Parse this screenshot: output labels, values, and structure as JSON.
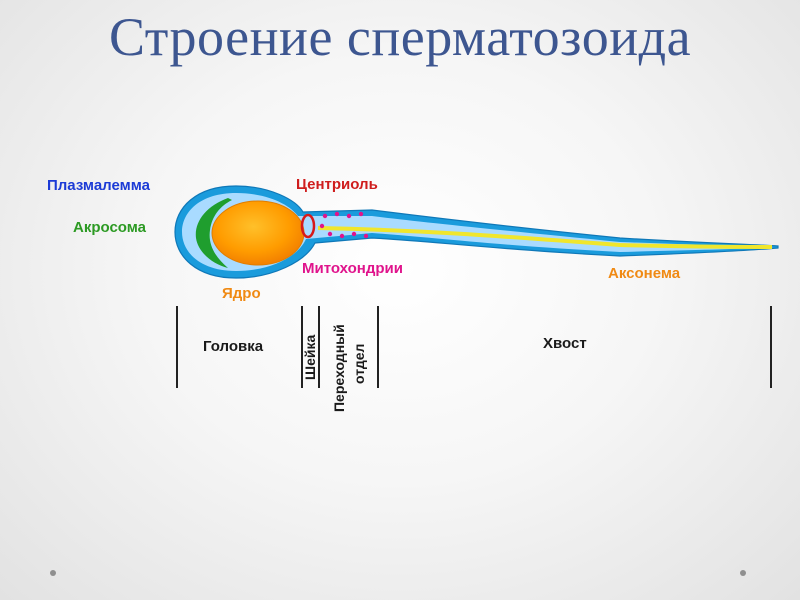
{
  "title": "Строение сперматозоида",
  "labels": {
    "plasmalemma": "Плазмалемма",
    "acrosome": "Акросома",
    "centriole": "Центриоль",
    "mitochondria": "Митохондрии",
    "nucleus": "Ядро",
    "axoneme": "Аксонема"
  },
  "sections": {
    "head": "Головка",
    "neck": "Шейка",
    "midpiece_line1": "Переходный",
    "midpiece_line2": "отдел",
    "tail": "Хвост"
  },
  "colors": {
    "membrane": "#1a9bdc",
    "cytoplasm": "#a9dbff",
    "acrosome": "#1f9e2e",
    "nucleus": "#ff9c00",
    "axoneme": "#f0e62d",
    "mitochondria": "#e0148c",
    "centriole": "#d71a1a"
  }
}
